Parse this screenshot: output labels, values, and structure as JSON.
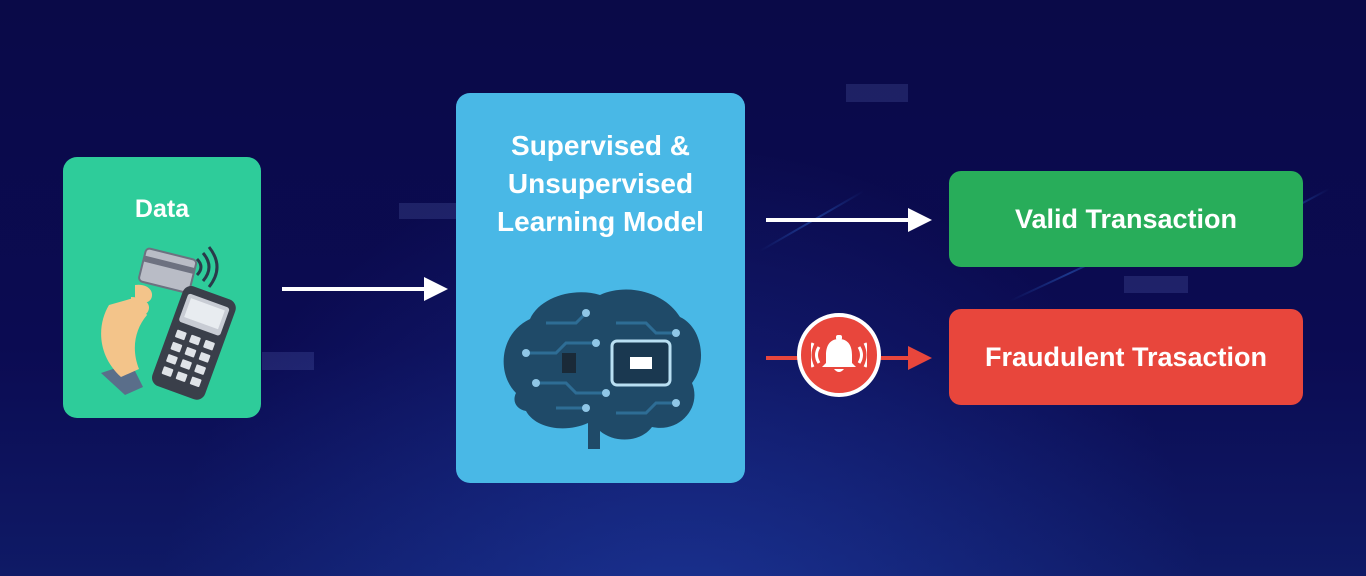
{
  "nodes": {
    "data": {
      "label": "Data"
    },
    "model": {
      "label": "Supervised &\nUnsupervised\nLearning Model"
    },
    "valid": {
      "label": "Valid Transaction"
    },
    "fraud": {
      "label": "Fraudulent Trasaction"
    }
  },
  "icons": {
    "data_illustration": "card-payment-terminal-icon",
    "model_illustration": "circuit-brain-icon",
    "alarm": "bell-alarm-icon"
  },
  "colors": {
    "background": "#0a0a4a",
    "data_card": "#2ecc9a",
    "model_card": "#49b8e6",
    "valid_card": "#28ad5a",
    "fraud_card": "#e8463c",
    "arrow_default": "#ffffff",
    "arrow_fraud": "#e8463c"
  }
}
